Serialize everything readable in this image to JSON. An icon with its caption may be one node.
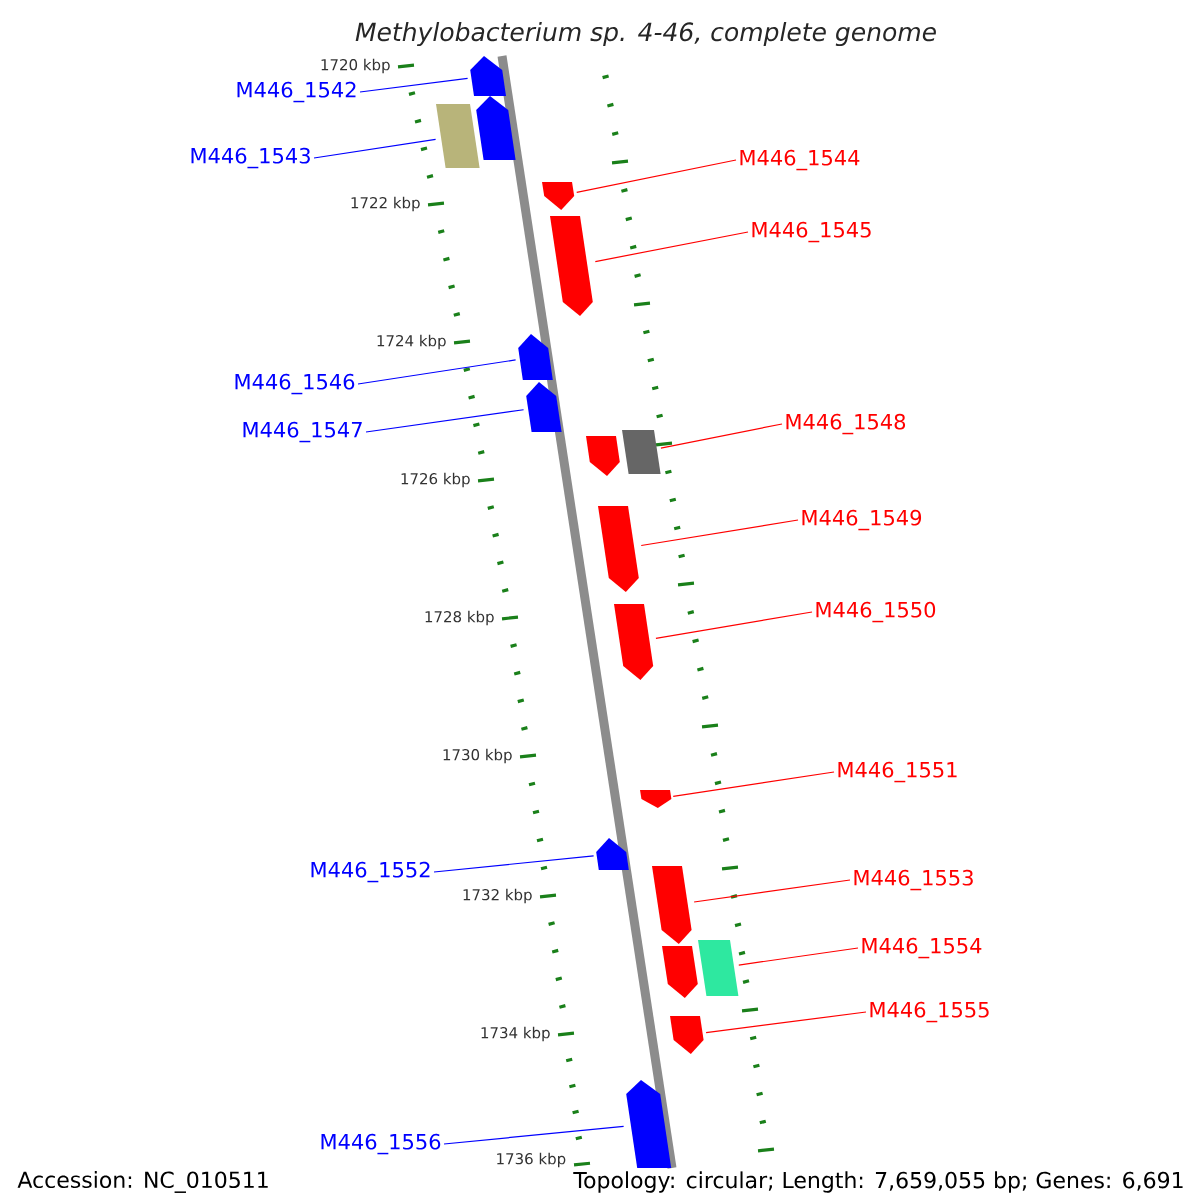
{
  "diagram": {
    "title": "*Methylobacterium sp.* 4-46, complete genome",
    "nodes": [
      {
        "text": [
          "M446_1542"
        ]
      },
      {
        "text": [],
        "shape": "pentagon"
      },
      {
        "text": [
          "M446_1543"
        ]
      },
      {
        "text": [],
        "shape": "pentagon"
      },
      {
        "text": [],
        "shape": "box"
      },
      {
        "text": [
          "M446_1544"
        ]
      },
      {
        "text": [],
        "shape": "pentagon"
      },
      {
        "text": [
          "M446_1545"
        ]
      },
      {
        "text": [],
        "shape": "pentagon"
      },
      {
        "text": [
          "M446_1546"
        ]
      },
      {
        "text": [],
        "shape": "pentagon"
      },
      {
        "text": [
          "M446_1547"
        ]
      },
      {
        "text": [],
        "shape": "pentagon"
      },
      {
        "text": [
          "M446_1548"
        ]
      },
      {
        "text": [],
        "shape": "pentagon"
      },
      {
        "text": [],
        "shape": "box"
      },
      {
        "text": [
          "M446_1549"
        ]
      },
      {
        "text": [],
        "shape": "pentagon"
      },
      {
        "text": [
          "M446_1550"
        ]
      },
      {
        "text": [],
        "shape": "pentagon"
      },
      {
        "text": [
          "M446_1551"
        ]
      },
      {
        "text": [],
        "shape": "pentagon"
      },
      {
        "text": [
          "M446_1552"
        ]
      },
      {
        "text": [],
        "shape": "pentagon"
      },
      {
        "text": [
          "M446_1553"
        ]
      },
      {
        "text": [],
        "shape": "pentagon"
      },
      {
        "text": [
          "M446_1554"
        ]
      },
      {
        "text": [],
        "shape": "pentagon"
      },
      {
        "text": [],
        "shape": "box"
      },
      {
        "text": [
          "M446_1555"
        ]
      },
      {
        "text": [],
        "shape": "pentagon"
      },
      {
        "text": [
          "M446_1556"
        ]
      },
      {
        "text": [],
        "shape": "pentagon"
      }
    ],
    "edges": [
      {
        "from": 0,
        "to": 1,
        "arrow": "none",
        "color": "#0000ff"
      },
      {
        "from": 2,
        "to": 4,
        "arrow": "none",
        "color": "#0000ff"
      },
      {
        "from": 5,
        "to": 6,
        "arrow": "none",
        "color": "#ff0000"
      },
      {
        "from": 7,
        "to": 8,
        "arrow": "none",
        "color": "#ff0000"
      },
      {
        "from": 9,
        "to": 10,
        "arrow": "none",
        "color": "#0000ff"
      },
      {
        "from": 11,
        "to": 12,
        "arrow": "none",
        "color": "#0000ff"
      },
      {
        "from": 13,
        "to": 15,
        "arrow": "none",
        "color": "#ff0000"
      },
      {
        "from": 16,
        "to": 17,
        "arrow": "none",
        "color": "#ff0000"
      },
      {
        "from": 18,
        "to": 19,
        "arrow": "none",
        "color": "#ff0000"
      },
      {
        "from": 20,
        "to": 21,
        "arrow": "none",
        "color": "#ff0000"
      },
      {
        "from": 22,
        "to": 23,
        "arrow": "none",
        "color": "#0000ff"
      },
      {
        "from": 24,
        "to": 25,
        "arrow": "none",
        "color": "#ff0000"
      },
      {
        "from": 26,
        "to": 28,
        "arrow": "none",
        "color": "#ff0000"
      },
      {
        "from": 29,
        "to": 30,
        "arrow": "none",
        "color": "#ff0000"
      },
      {
        "from": 31,
        "to": 32,
        "arrow": "none",
        "color": "#0000ff"
      }
    ],
    "labels": [
      "1720 kbp",
      "1722 kbp",
      "1724 kbp",
      "1726 kbp",
      "1728 kbp",
      "1730 kbp",
      "1732 kbp",
      "1734 kbp",
      "1736 kbp",
      "Accession: NC_010511",
      "Topology: circular; Length: 7,659,055 bp; Genes: 6,691"
    ]
  }
}
